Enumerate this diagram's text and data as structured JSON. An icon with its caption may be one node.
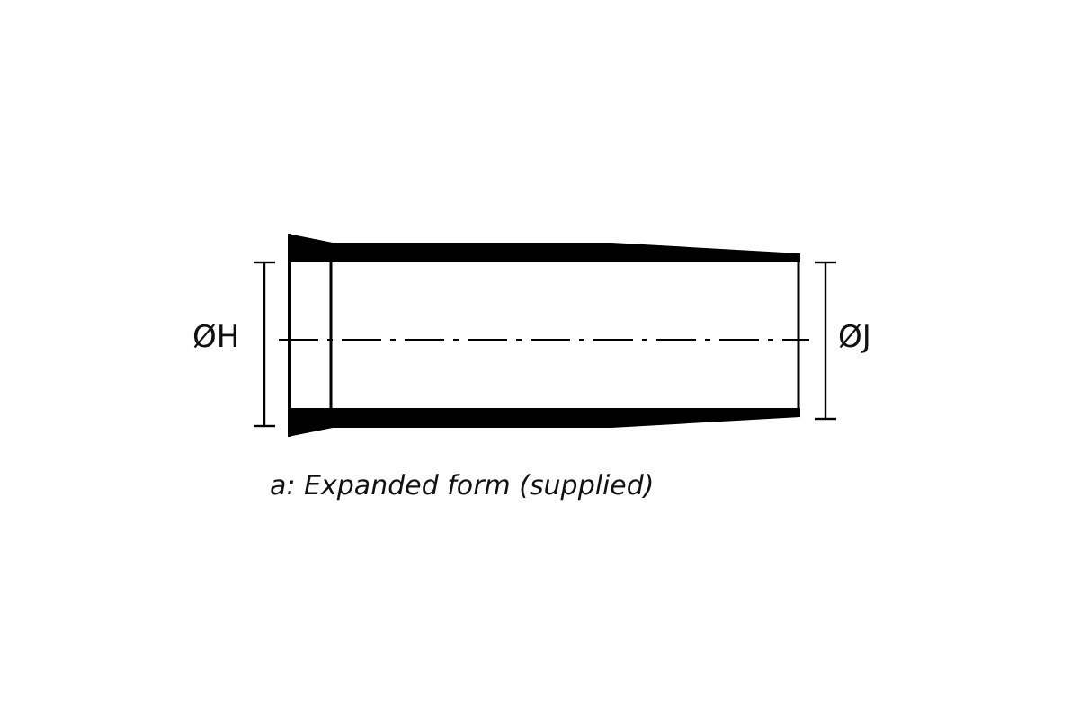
{
  "diagram": {
    "labels": [
      "ØH",
      "ØJ",
      "a: Expanded form (supplied)"
    ]
  }
}
